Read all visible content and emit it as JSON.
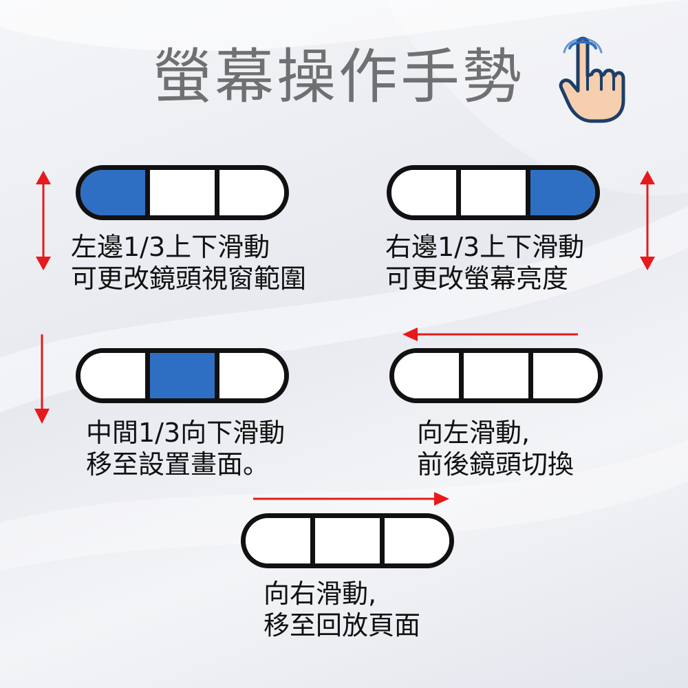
{
  "title": "螢幕操作手勢",
  "colors": {
    "active_segment": "#2e6fc4",
    "arrow": "#e8191a",
    "title_text": "#6f7072"
  },
  "icons": {
    "title_icon": "pointing-hand-icon"
  },
  "gestures": [
    {
      "active_segment": "left",
      "arrow": "vertical-both",
      "line1": "左邊1/3上下滑動",
      "line2": "可更改鏡頭視窗範圍"
    },
    {
      "active_segment": "right",
      "arrow": "vertical-both",
      "line1": "右邊1/3上下滑動",
      "line2": "可更改螢幕亮度"
    },
    {
      "active_segment": "middle",
      "arrow": "down",
      "line1": "中間1/3向下滑動",
      "line2": "移至設置畫面。"
    },
    {
      "active_segment": "none",
      "arrow": "left",
      "line1": "向左滑動,",
      "line2": "前後鏡頭切換"
    },
    {
      "active_segment": "none",
      "arrow": "right",
      "line1": "向右滑動,",
      "line2": "移至回放頁面"
    }
  ]
}
